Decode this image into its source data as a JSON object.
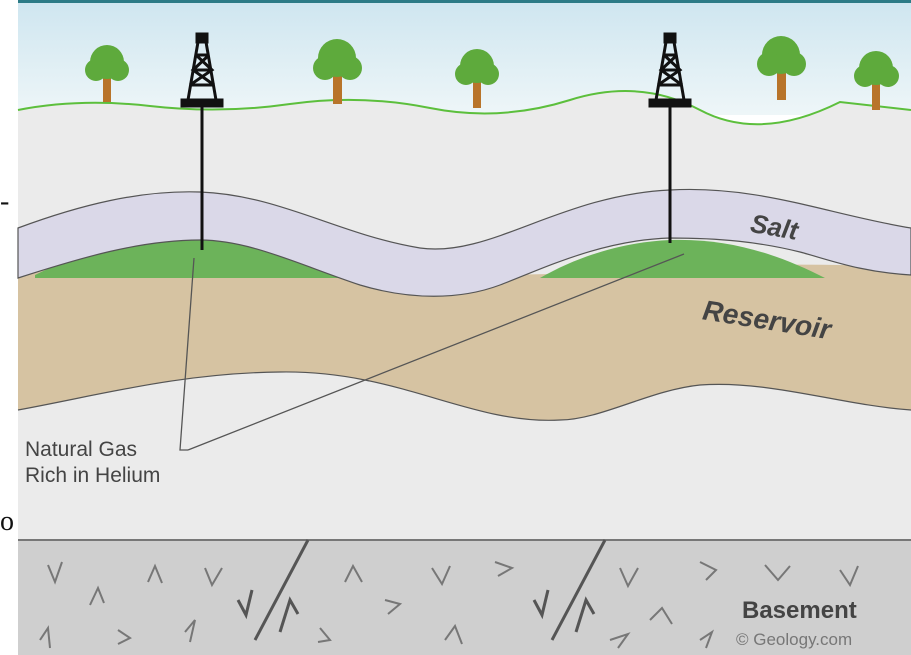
{
  "labels": {
    "salt": "Salt",
    "reservoir": "Reservoir",
    "gas_line1": "Natural Gas",
    "gas_line2": "Rich in Helium",
    "basement": "Basement",
    "credit": "© Geology.com"
  },
  "edge_glyphs": {
    "right_top": "-",
    "right_bottom": "o"
  },
  "colors": {
    "sky_top": "#cfe6f0",
    "sky_bottom": "#eef6f8",
    "ground": "#ebebeb",
    "grass_line": "#5cbf3c",
    "salt": "#dad8e8",
    "gas": "#6cb35a",
    "reservoir": "#d6c3a2",
    "basement": "#cfcfcf",
    "tree_canopy": "#5eaa3c",
    "tree_trunk": "#b8742a",
    "derrick": "#111111",
    "frame_top": "#2c7b86"
  }
}
